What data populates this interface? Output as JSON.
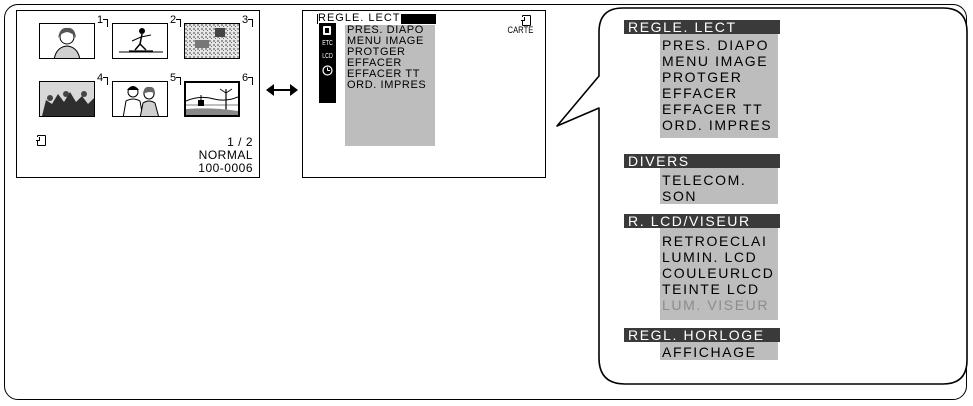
{
  "index_screen": {
    "thumbnails": [
      {
        "number": "1"
      },
      {
        "number": "2"
      },
      {
        "number": "3"
      },
      {
        "number": "4"
      },
      {
        "number": "5"
      },
      {
        "number": "6"
      }
    ],
    "page": "1 / 2",
    "mode": "NORMAL",
    "file": "100-0006",
    "media_icon": "memory-card-icon"
  },
  "menu_screen": {
    "title": "REGLE. LECT",
    "items": [
      "PRES. DIAPO",
      "MENU IMAGE",
      "PROTGER",
      "EFFACER",
      "EFFACER TT",
      "ORD. IMPRES"
    ],
    "tabs": [
      "memory-card-icon",
      "ETC",
      "LCD",
      "clock-icon"
    ],
    "media_label": "CARTE"
  },
  "callout": {
    "groups": [
      {
        "title": "REGLE. LECT",
        "items": [
          "PRES. DIAPO",
          "MENU IMAGE",
          "PROTGER",
          "EFFACER",
          "EFFACER TT",
          "ORD. IMPRES"
        ]
      },
      {
        "title": "DIVERS",
        "items": [
          "TELECOM.",
          "SON"
        ]
      },
      {
        "title": "R. LCD/VISEUR",
        "items": [
          "RETROECLAI",
          "LUMIN. LCD",
          "COULEURLCD",
          "TEINTE LCD",
          "LUM. VISEUR"
        ]
      },
      {
        "title": "REGL. HORLOGE",
        "items": [
          "AFFICHAGE"
        ]
      }
    ],
    "disabled_item": "LUM. VISEUR"
  },
  "colors": {
    "menu_fill": "#bdbdbd",
    "header_fill": "#3a3a3a",
    "disabled_text": "#8c8c8c"
  }
}
